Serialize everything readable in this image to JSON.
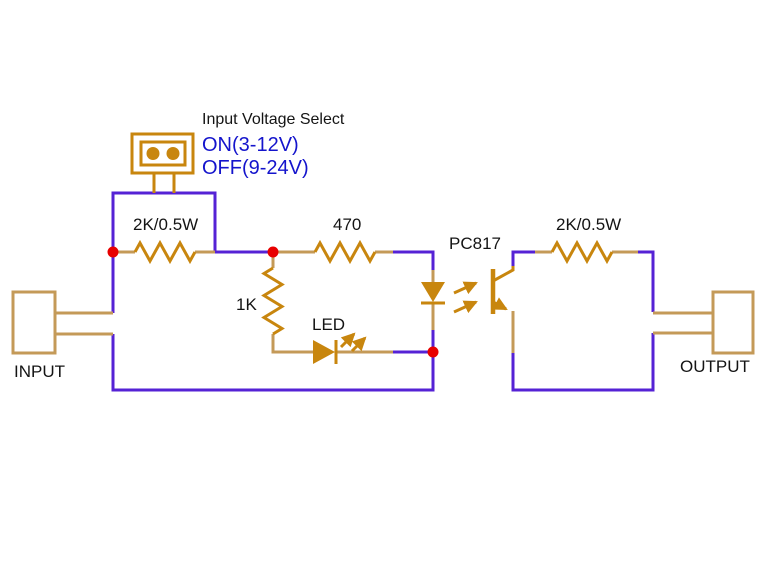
{
  "diagram": {
    "type": "circuit-schematic",
    "jumper": {
      "title": "Input Voltage Select",
      "on_label": "ON(3-12V)",
      "off_label": "OFF(9-24V)"
    },
    "resistors": {
      "input": {
        "label": "2K/0.5W"
      },
      "series": {
        "label": "470"
      },
      "shunt": {
        "label": "1K"
      },
      "output": {
        "label": "2K/0.5W"
      }
    },
    "indicator_led": {
      "label": "LED"
    },
    "optocoupler": {
      "label": "PC817"
    },
    "connectors": {
      "input": {
        "label": "INPUT"
      },
      "output": {
        "label": "OUTPUT"
      }
    },
    "colors": {
      "wire": "#5522D5",
      "symbol": "#C8860E",
      "lead": "#C49A58",
      "junction": "#E80000",
      "text_blue": "#1414CC",
      "text_black": "#141414",
      "background": "#FFFFFF"
    }
  }
}
